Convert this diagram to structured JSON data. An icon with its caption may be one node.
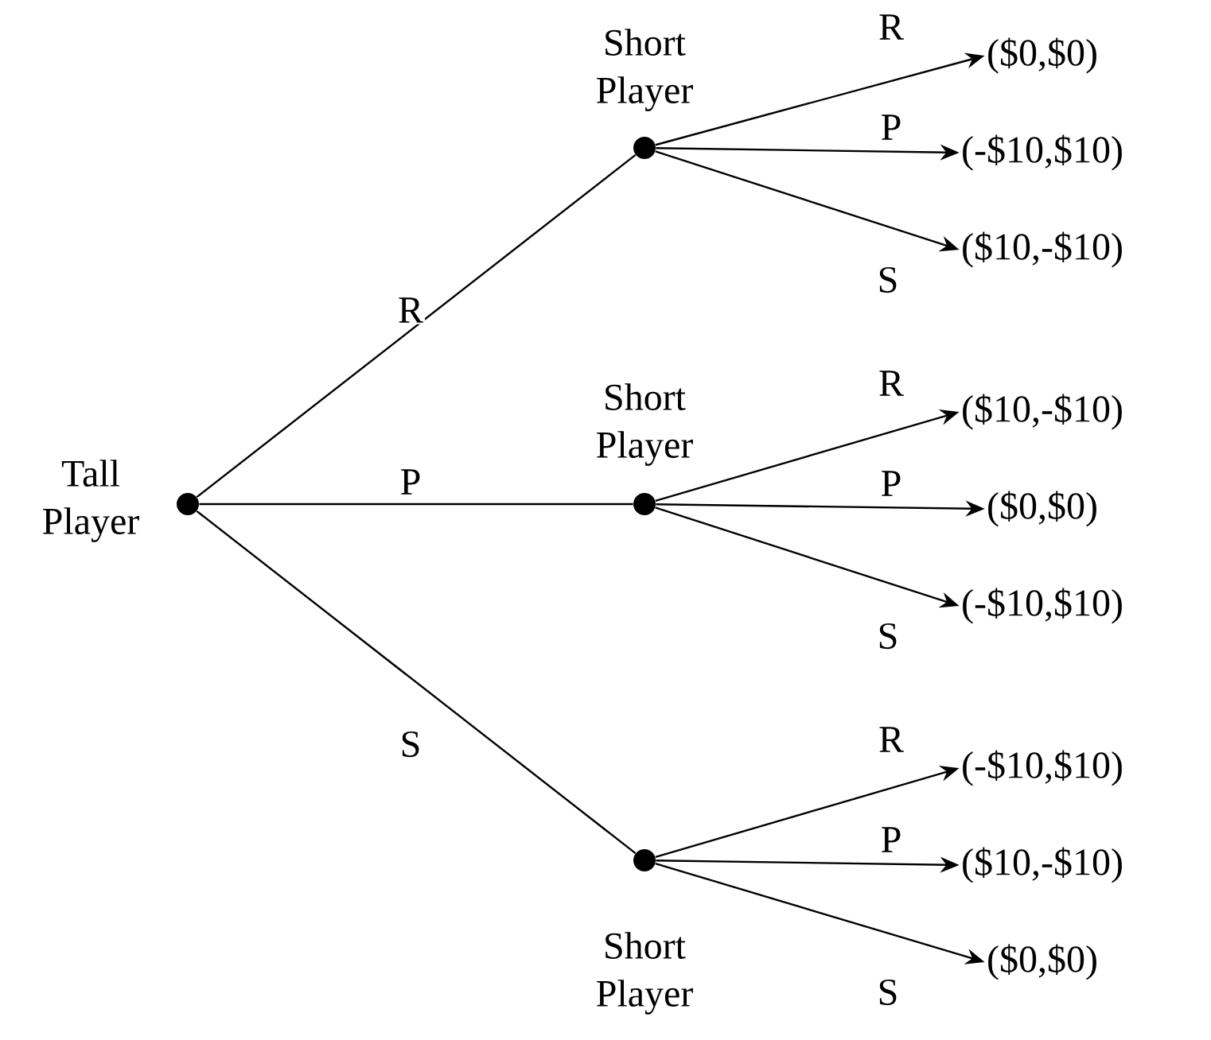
{
  "diagram": {
    "nodes": [
      {
        "text": [],
        "shape": "circle",
        "beside": [
          "Tall Player"
        ]
      },
      {
        "text": [],
        "shape": "circle",
        "beside": [
          "Short Player"
        ]
      },
      {
        "text": [],
        "shape": "circle",
        "beside": [
          "Short Player"
        ]
      },
      {
        "text": [],
        "shape": "circle",
        "beside": [
          "Short Player"
        ]
      },
      {
        "text": [
          "($0,$0)"
        ]
      },
      {
        "text": [
          "(-$10,$10)"
        ]
      },
      {
        "text": [
          "($10,-$10)"
        ]
      },
      {
        "text": [
          "($10,-$10)"
        ]
      },
      {
        "text": [
          "($0,$0)"
        ]
      },
      {
        "text": [
          "(-$10,$10)"
        ]
      },
      {
        "text": [
          "(-$10,$10)"
        ]
      },
      {
        "text": [
          "($10,-$10)"
        ]
      },
      {
        "text": [
          "($0,$0)"
        ]
      }
    ],
    "edges": [
      {
        "from": 0,
        "to": 1,
        "arrow": "none",
        "label": "R"
      },
      {
        "from": 0,
        "to": 2,
        "arrow": "none",
        "label": "P"
      },
      {
        "from": 0,
        "to": 3,
        "arrow": "none",
        "label": "S"
      },
      {
        "from": 1,
        "to": 4,
        "arrow": "to",
        "label": "R"
      },
      {
        "from": 1,
        "to": 5,
        "arrow": "to",
        "label": "P"
      },
      {
        "from": 1,
        "to": 6,
        "arrow": "to",
        "label": "S"
      },
      {
        "from": 2,
        "to": 7,
        "arrow": "to",
        "label": "R"
      },
      {
        "from": 2,
        "to": 8,
        "arrow": "to",
        "label": "P"
      },
      {
        "from": 2,
        "to": 9,
        "arrow": "to",
        "label": "S"
      },
      {
        "from": 3,
        "to": 10,
        "arrow": "to",
        "label": "R"
      },
      {
        "from": 3,
        "to": 11,
        "arrow": "to",
        "label": "P"
      },
      {
        "from": 3,
        "to": 12,
        "arrow": "to",
        "label": "S"
      }
    ]
  }
}
